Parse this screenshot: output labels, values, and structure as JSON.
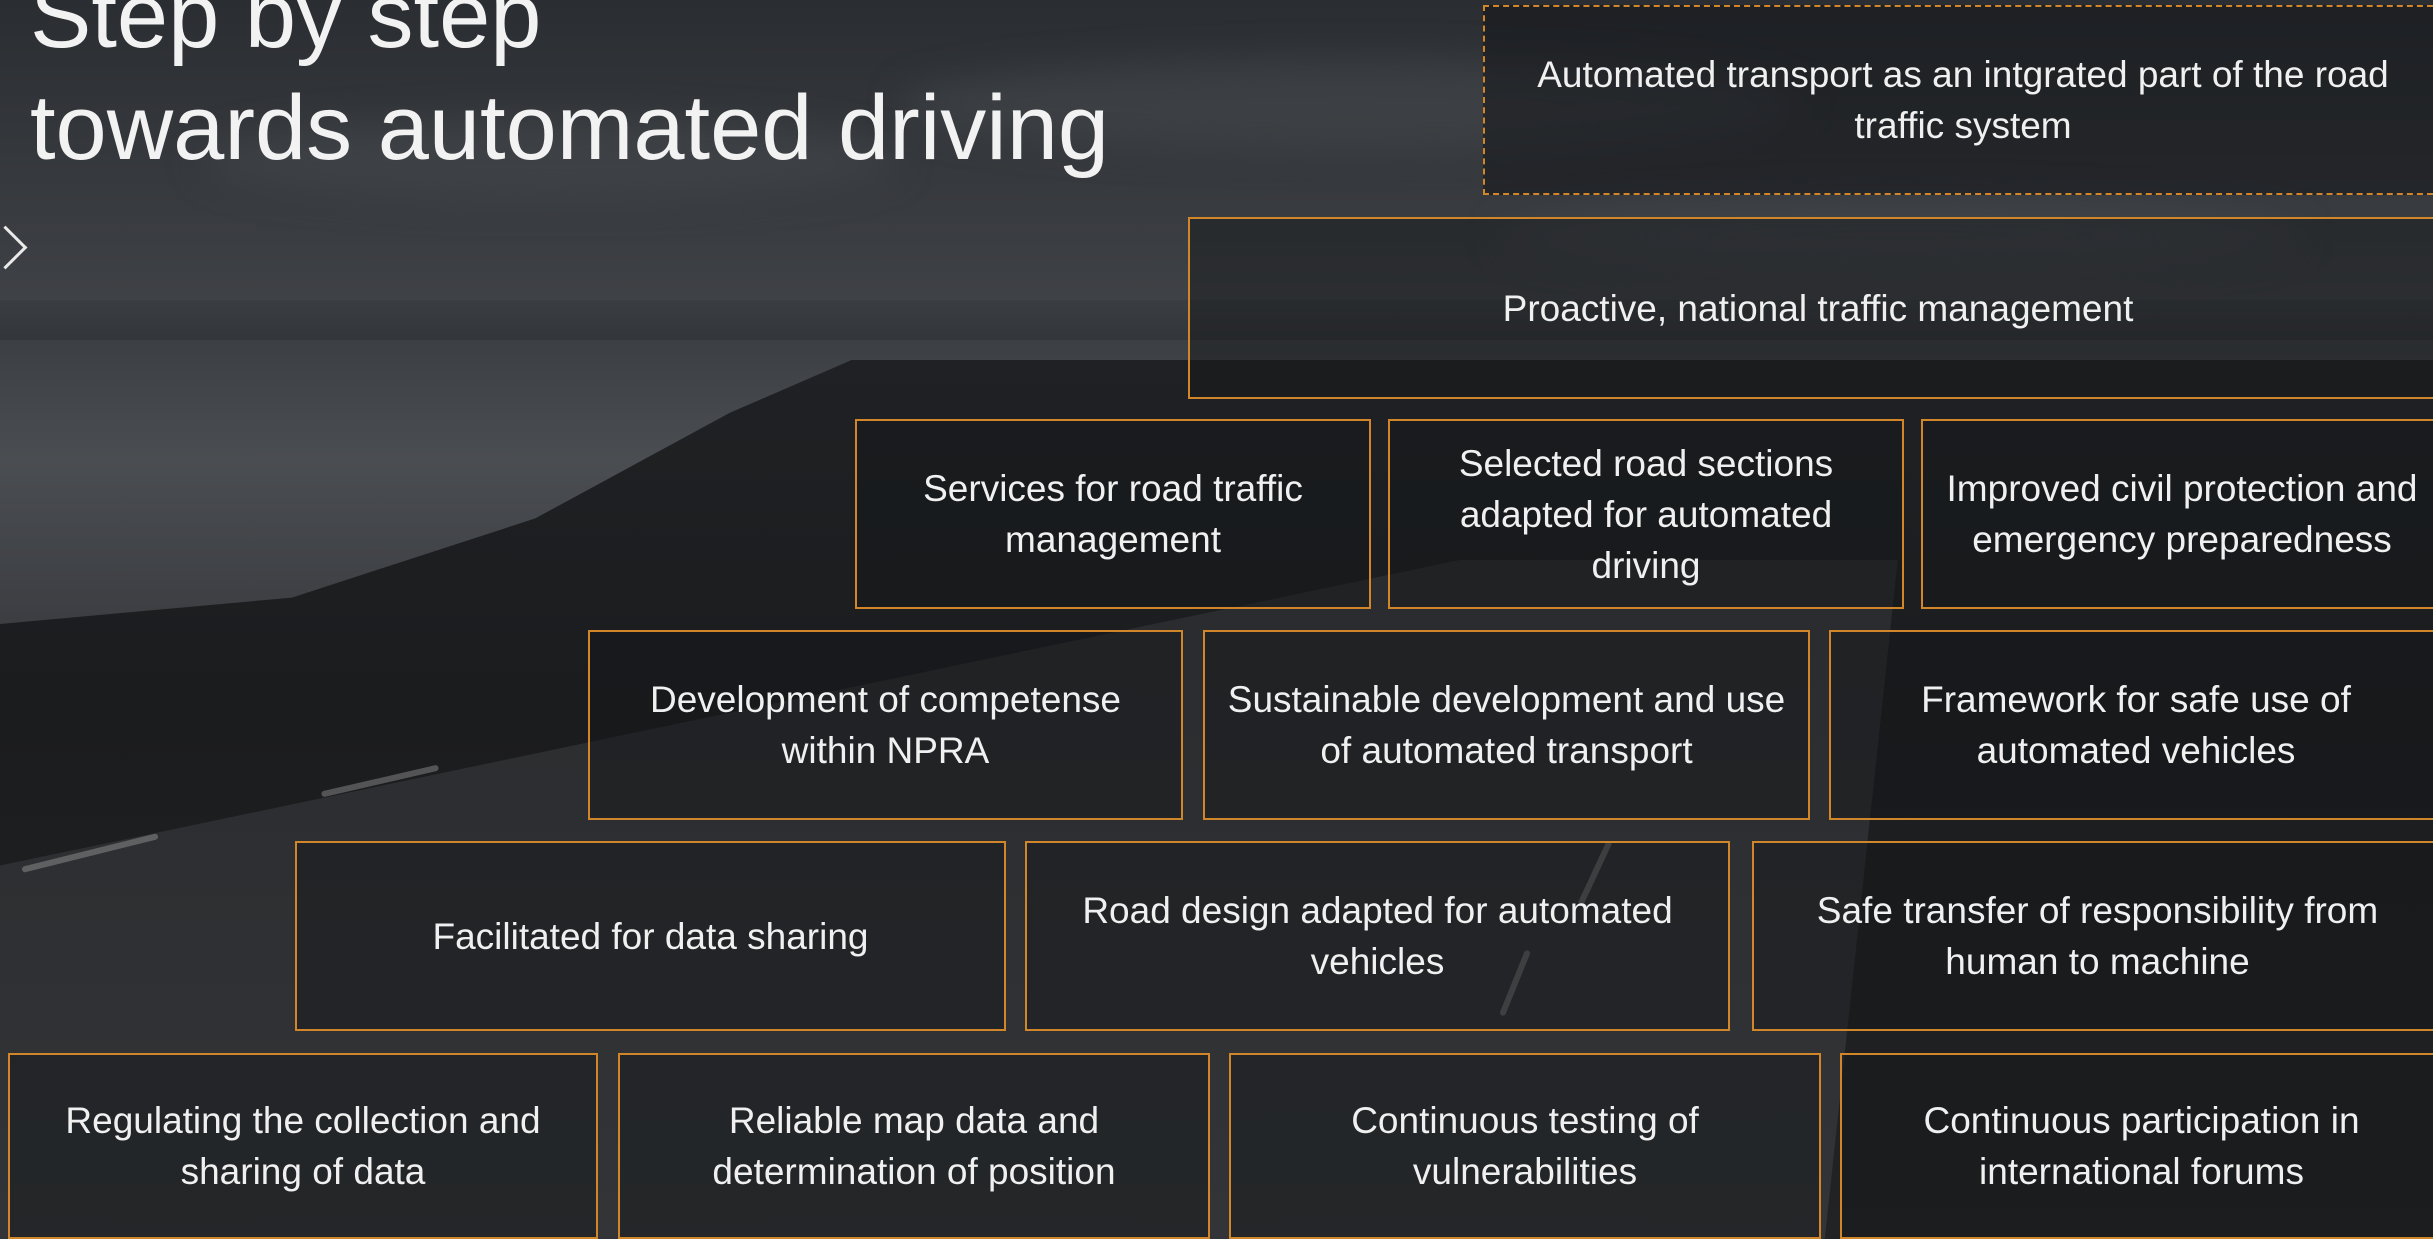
{
  "slide": {
    "title_line1": "Step by step",
    "title_line2": "towards automated driving"
  },
  "colors": {
    "border_accent": "#d2862a",
    "text": "#f0f0f0",
    "background": "#24272b"
  },
  "pyramid": {
    "top_goal": "Automated transport as an intgrated part of the road traffic system",
    "level1": "Proactive, national traffic management",
    "level2": [
      "Services for road traffic management",
      "Selected road sections adapted for automated driving",
      "Improved civil protection and emergency preparedness"
    ],
    "level3": [
      "Development of competense within NPRA",
      "Sustainable development and use of automated transport",
      "Framework for safe use of automated vehicles"
    ],
    "level4": [
      "Facilitated for data sharing",
      "Road design adapted for automated vehicles",
      "Safe transfer of responsibility from human to machine"
    ],
    "level5": [
      "Regulating the collection and sharing of data",
      "Reliable map data and determination of position",
      "Continuous testing of vulnerabilities",
      "Continuous participation in international forums"
    ]
  }
}
